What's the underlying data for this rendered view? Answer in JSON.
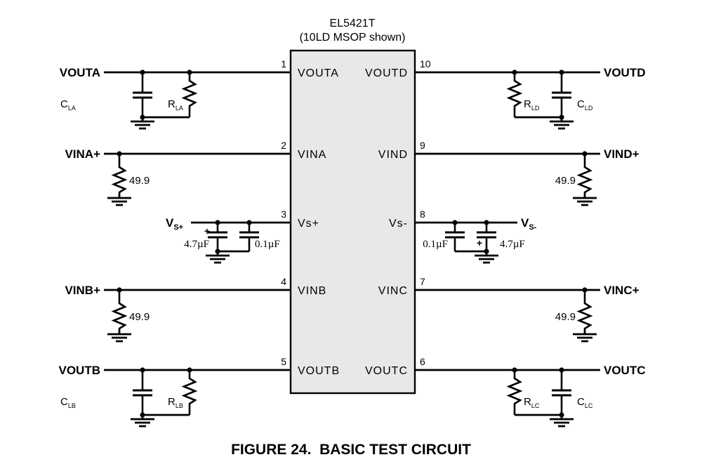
{
  "header": {
    "device": "EL5421T",
    "package_note": "(10LD MSOP shown)"
  },
  "ic": {
    "left_pins": [
      {
        "num": "1",
        "name": "VOUTA"
      },
      {
        "num": "2",
        "name": "VINA"
      },
      {
        "num": "3",
        "name": "Vs+"
      },
      {
        "num": "4",
        "name": "VINB"
      },
      {
        "num": "5",
        "name": "VOUTB"
      }
    ],
    "right_pins": [
      {
        "num": "10",
        "name": "VOUTD"
      },
      {
        "num": "9",
        "name": "VIND"
      },
      {
        "num": "8",
        "name": "Vs-"
      },
      {
        "num": "7",
        "name": "VINC"
      },
      {
        "num": "6",
        "name": "VOUTC"
      }
    ]
  },
  "terminals": {
    "left": [
      {
        "label": "VOUTA"
      },
      {
        "label": "VINA+"
      },
      {
        "label": "V",
        "sub": "S+"
      },
      {
        "label": "VINB+"
      },
      {
        "label": "VOUTB"
      }
    ],
    "right": [
      {
        "label": "VOUTD"
      },
      {
        "label": "VIND+"
      },
      {
        "label": "V",
        "sub": "S-"
      },
      {
        "label": "VINC+"
      },
      {
        "label": "VOUTC"
      }
    ]
  },
  "components": {
    "c_la": {
      "sym": "C",
      "sub": "LA"
    },
    "r_la": {
      "sym": "R",
      "sub": "LA"
    },
    "c_lb": {
      "sym": "C",
      "sub": "LB"
    },
    "r_lb": {
      "sym": "R",
      "sub": "LB"
    },
    "r_ld": {
      "sym": "R",
      "sub": "LD"
    },
    "c_ld": {
      "sym": "C",
      "sub": "LD"
    },
    "r_lc": {
      "sym": "R",
      "sub": "LC"
    },
    "c_lc": {
      "sym": "C",
      "sub": "LC"
    },
    "termination_value": "49.9",
    "bulk_cap_value": "4.7µF",
    "bypass_cap_value": "0.1µF",
    "polarity_plus": "+"
  },
  "caption": "FIGURE 24.  BASIC TEST CIRCUIT",
  "colors": {
    "ic_fill": "#e8e8e8"
  }
}
